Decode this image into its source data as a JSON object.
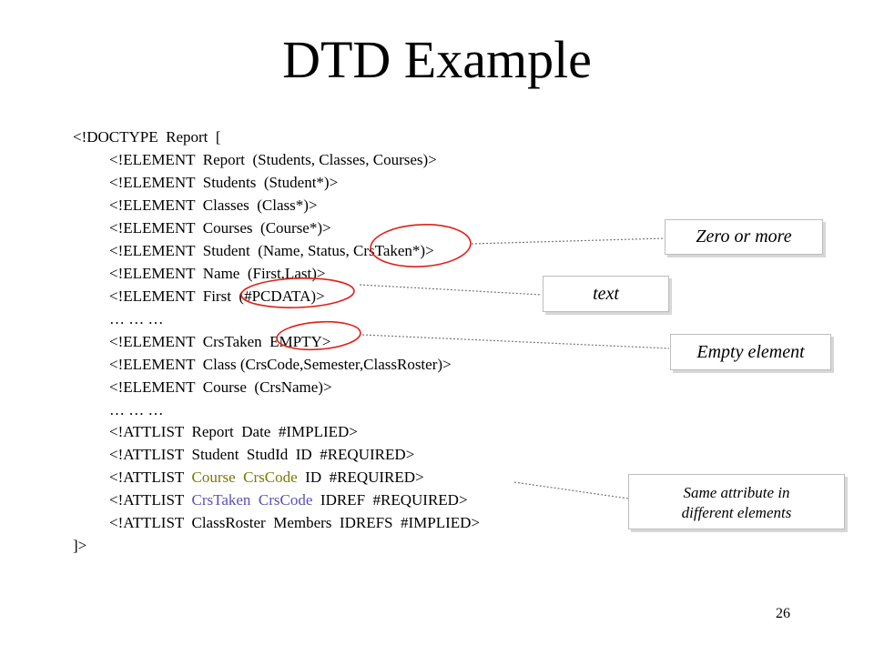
{
  "title": "DTD Example",
  "lines": {
    "l1": "<!DOCTYPE  Report  [",
    "l2": "<!ELEMENT  Report  (Students, Classes, Courses)>",
    "l3": "<!ELEMENT  Students  (Student*)>",
    "l4": "<!ELEMENT  Classes  (Class*)>",
    "l5": "<!ELEMENT  Courses  (Course*)>",
    "l6": "<!ELEMENT  Student  (Name, Status, CrsTaken*)>",
    "l7": "<!ELEMENT  Name  (First,Last)>",
    "l8": "<!ELEMENT  First  (#PCDATA)>",
    "l9": "… … …",
    "l10": "<!ELEMENT  CrsTaken  EMPTY>",
    "l11": "<!ELEMENT  Class (CrsCode,Semester,ClassRoster)>",
    "l12": "<!ELEMENT  Course  (CrsName)>",
    "l13": "… … …",
    "l14": "<!ATTLIST  Report  Date  #IMPLIED>",
    "l15": "<!ATTLIST  Student  StudId  ID  #REQUIRED>",
    "l16a": "<!ATTLIST  ",
    "l16b": "Course",
    "l16c": "  ",
    "l16d": "CrsCode",
    "l16e": "  ID  #REQUIRED>",
    "l17a": "<!ATTLIST  ",
    "l17b": "CrsTaken",
    "l17c": "  ",
    "l17d": "CrsCode",
    "l17e": "  IDREF  #REQUIRED>",
    "l18": "<!ATTLIST  ClassRoster  Members  IDREFS  #IMPLIED>",
    "l19": "]>"
  },
  "callouts": {
    "zero_or_more": "Zero or more",
    "text": "text",
    "empty_element": "Empty element",
    "same_attr_1": "Same attribute in",
    "same_attr_2": "different elements"
  },
  "page_number": "26",
  "colors": {
    "annotation_red": "#e0201b",
    "course_keyword": "#7a7a00",
    "crstaken_keyword": "#5b50b0"
  }
}
